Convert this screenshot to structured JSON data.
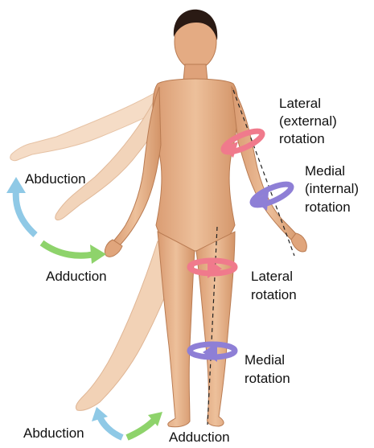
{
  "labels": {
    "arm_lateral_1": "Lateral",
    "arm_lateral_2": "(external)",
    "arm_lateral_3": "rotation",
    "arm_medial_1": "Medial",
    "arm_medial_2": "(internal)",
    "arm_medial_3": "rotation",
    "arm_abduction": "Abduction",
    "arm_adduction": "Adduction",
    "leg_lateral_1": "Lateral",
    "leg_lateral_2": "rotation",
    "leg_medial_1": "Medial",
    "leg_medial_2": "rotation",
    "leg_abduction": "Abduction",
    "leg_adduction": "Adduction"
  },
  "colors": {
    "skin": "#e8b48d",
    "skin_shadow": "#c98b62",
    "ghost_skin": "#f3d5bd",
    "hair": "#2a1a14",
    "lateral_rotation": "#f07a8c",
    "medial_rotation": "#8e7fd6",
    "abduction_arrow": "#8fc9e6",
    "adduction_arrow": "#8ed36b",
    "axis_line": "#222222"
  }
}
